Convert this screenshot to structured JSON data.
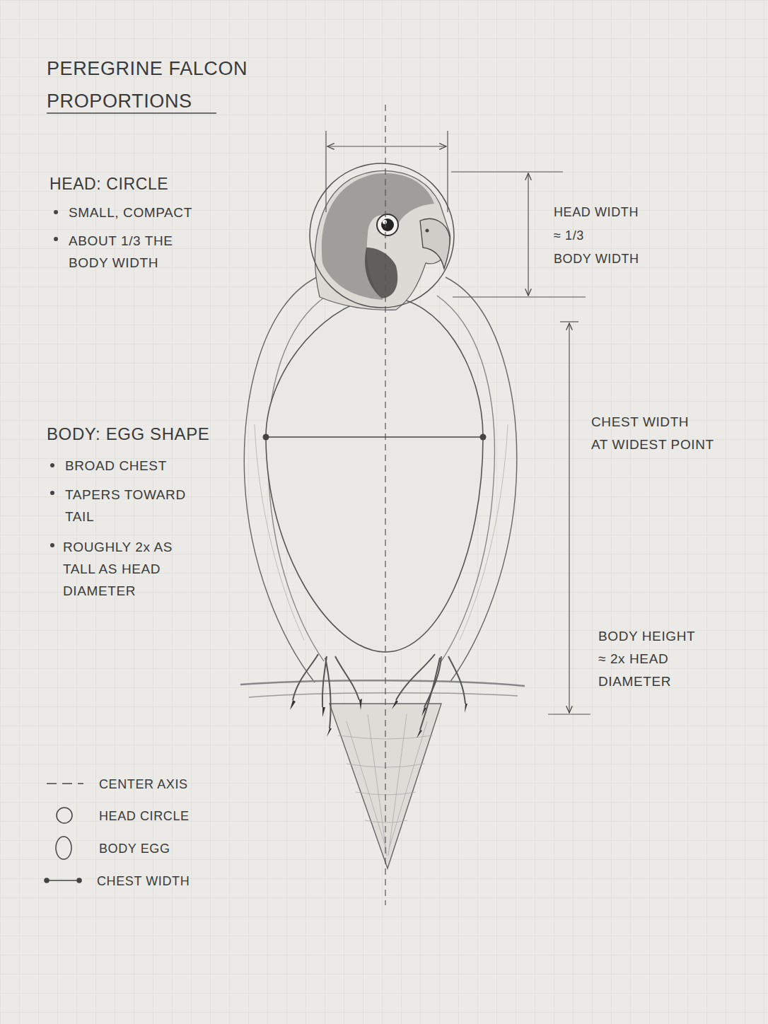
{
  "diagram": {
    "title": "PEREGRINE FALCON PROPORTIONS",
    "labels": [
      "HEAD: CIRCLE",
      "SMALL, COMPACT",
      "ABOUT 1/3 THE BODY WIDTH",
      "BODY: EGG SHAPE",
      "BROAD CHEST",
      "TAPERS TOWARD TAIL",
      "ROUGHLY 2x AS TALL AS HEAD DIAMETER",
      "HEAD WIDTH ≈ 1/3 BODY WIDTH",
      "CHEST WIDTH AT WIDEST POINT",
      "BODY HEIGHT ≈ 2x HEAD DIAMETER"
    ],
    "legend": [
      {
        "text": "CENTER AXIS"
      },
      {
        "text": "HEAD CIRCLE"
      },
      {
        "text": "BODY EGG"
      },
      {
        "text": "CHEST WIDTH"
      }
    ]
  }
}
